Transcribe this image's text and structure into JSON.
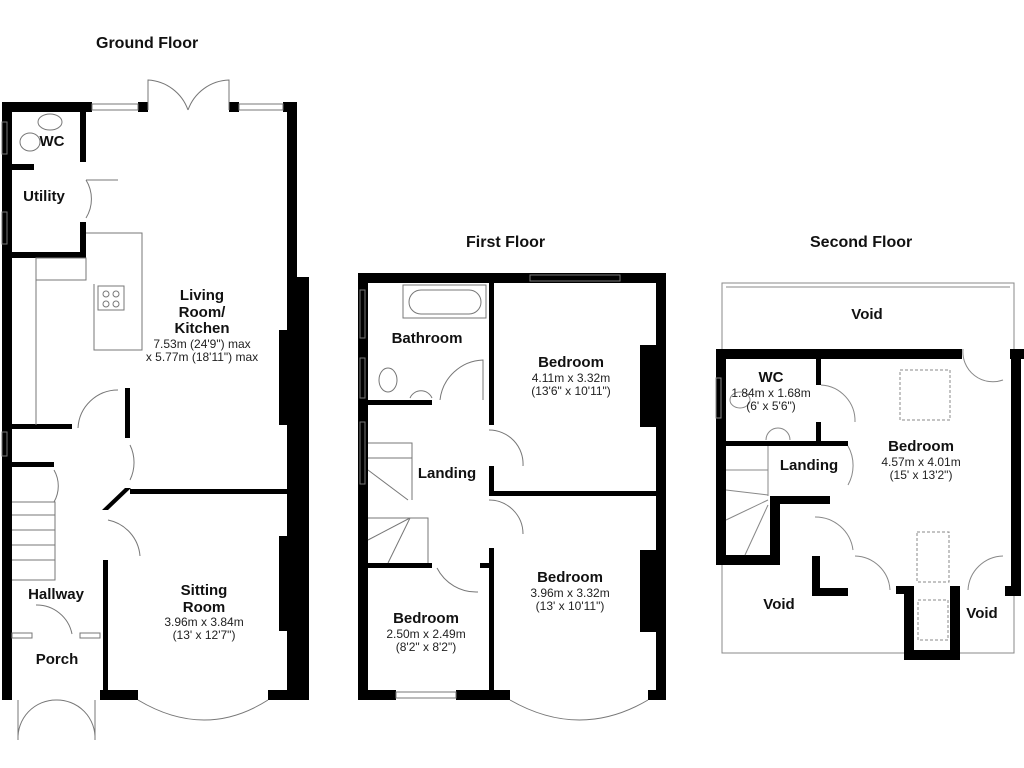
{
  "floors": [
    {
      "title": "Ground Floor",
      "rooms": [
        {
          "name": "WC",
          "dims": "",
          "imperial": ""
        },
        {
          "name": "Utility",
          "dims": "",
          "imperial": ""
        },
        {
          "name": "Living Room/ Kitchen",
          "line1": "Living",
          "line2": "Room/",
          "line3": "Kitchen",
          "dims": "7.53m (24'9\") max",
          "imperial": "x 5.77m (18'11\") max"
        },
        {
          "name": "Sitting Room",
          "line1": "Sitting",
          "line2": "Room",
          "dims": "3.96m x 3.84m",
          "imperial": "(13' x 12'7\")"
        },
        {
          "name": "Hallway",
          "dims": "",
          "imperial": ""
        },
        {
          "name": "Porch",
          "dims": "",
          "imperial": ""
        }
      ]
    },
    {
      "title": "First Floor",
      "rooms": [
        {
          "name": "Bathroom",
          "dims": "",
          "imperial": ""
        },
        {
          "name": "Bedroom",
          "dims": "4.11m x 3.32m",
          "imperial": "(13'6\" x 10'11\")"
        },
        {
          "name": "Landing",
          "dims": "",
          "imperial": ""
        },
        {
          "name": "Bedroom",
          "dims": "3.96m x 3.32m",
          "imperial": "(13' x 10'11\")"
        },
        {
          "name": "Bedroom",
          "dims": "2.50m x 2.49m",
          "imperial": "(8'2\" x 8'2\")"
        }
      ]
    },
    {
      "title": "Second Floor",
      "rooms": [
        {
          "name": "Void",
          "dims": "",
          "imperial": ""
        },
        {
          "name": "WC",
          "dims": "1.84m x 1.68m",
          "imperial": "(6' x 5'6\")"
        },
        {
          "name": "Landing",
          "dims": "",
          "imperial": ""
        },
        {
          "name": "Bedroom",
          "dims": "4.57m x 4.01m",
          "imperial": "(15' x 13'2\")"
        },
        {
          "name": "Void",
          "dims": "",
          "imperial": ""
        },
        {
          "name": "Void",
          "dims": "",
          "imperial": ""
        }
      ]
    }
  ],
  "colors": {
    "wall": "#000000",
    "line": "#888888",
    "background": "#ffffff"
  }
}
